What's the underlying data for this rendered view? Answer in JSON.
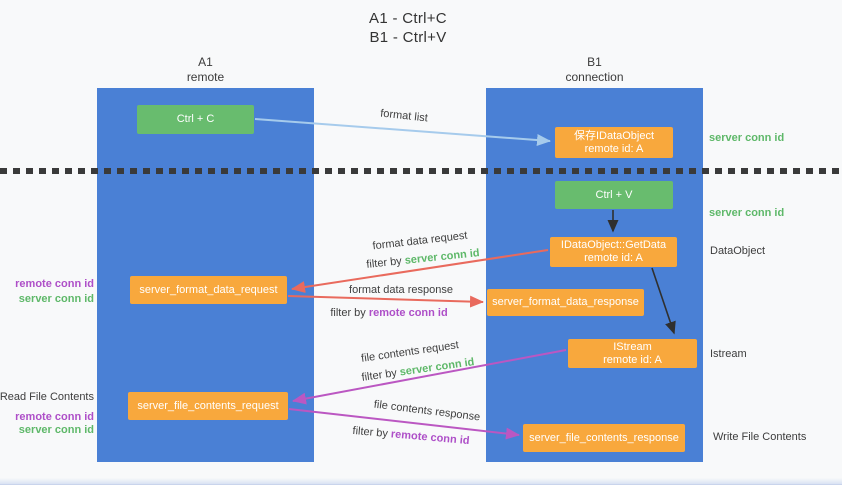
{
  "page": {
    "title_line1": "A1 - Ctrl+C",
    "title_line2": "B1 - Ctrl+V"
  },
  "lanes": {
    "left": {
      "header1": "A1",
      "header2": "remote"
    },
    "right": {
      "header1": "B1",
      "header2": "connection"
    }
  },
  "nodes": {
    "ctrl_c": {
      "label": "Ctrl + C"
    },
    "ctrl_v": {
      "label": "Ctrl + V"
    },
    "save_idataobject": {
      "line1": "保存IDataObject",
      "line2": "remote id: A"
    },
    "getdata": {
      "line1": "IDataObject::GetData",
      "line2": "remote id: A"
    },
    "istream": {
      "line1": "IStream",
      "line2": "remote id: A"
    },
    "server_format_data_request": {
      "label": "server_format_data_request"
    },
    "server_format_data_response": {
      "label": "server_format_data_response"
    },
    "server_file_contents_request": {
      "label": "server_file_contents_request"
    },
    "server_file_contents_response": {
      "label": "server_file_contents_response"
    }
  },
  "arrow_labels": {
    "format_list": "format list",
    "format_data_request": "format data request",
    "format_data_response": "format data response",
    "file_contents_request": "file contents request",
    "file_contents_response": "file contents response",
    "filter_by": "filter by ",
    "server_conn_id": "server conn id",
    "remote_conn_id": "remote conn id"
  },
  "side_labels": {
    "server_conn_id_top": "server conn id",
    "server_conn_id_mid": "server conn id",
    "dataobject": "DataObject",
    "istream": "Istream",
    "write_file_contents": "Write File Contents",
    "read_file_contents": "Read File Contents",
    "remote_conn_id_left_1": "remote conn id",
    "server_conn_id_left_1": "server conn id",
    "remote_conn_id_left_2": "remote conn id",
    "server_conn_id_left_2": "server conn id"
  },
  "colors": {
    "lane_blue": "#4a80d5",
    "box_orange": "#f8a83d",
    "box_green": "#68bc6e",
    "arrow_blue": "#a6cbec",
    "arrow_red": "#e96a5d",
    "arrow_purple": "#bb57c2",
    "arrow_black": "#2f2f2f",
    "text_green": "#5eb869",
    "text_purple": "#ae4fc8",
    "text_dark": "#3d3d3d"
  }
}
